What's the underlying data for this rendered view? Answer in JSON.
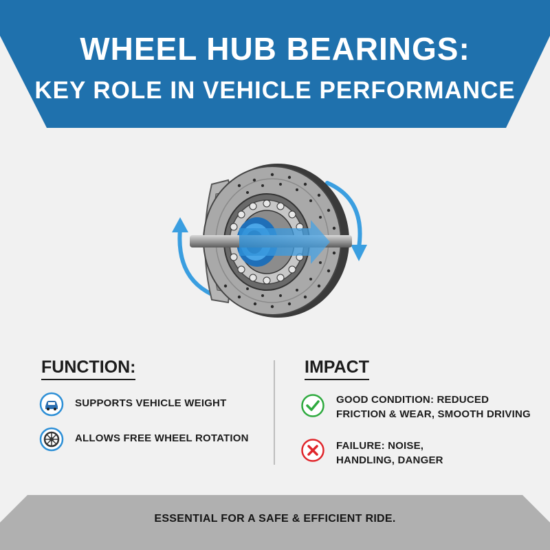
{
  "header": {
    "title_line1": "WHEEL HUB BEARINGS:",
    "title_line2": "KEY ROLE IN VEHICLE PERFORMANCE"
  },
  "function": {
    "heading": "FUNCTION:",
    "items": [
      {
        "icon": "car-icon",
        "text": "SUPPORTS VEHICLE WEIGHT"
      },
      {
        "icon": "wheel-icon",
        "text": "ALLOWS FREE WHEEL ROTATION"
      }
    ]
  },
  "impact": {
    "heading": "IMPACT",
    "items": [
      {
        "icon": "check-circle-icon",
        "line1": "GOOD CONDITION: REDUCED",
        "line2": "FRICTION & WEAR, SMOOTH DRIVING",
        "color": "#2eaa3e"
      },
      {
        "icon": "x-circle-icon",
        "line1": "FAILURE: NOISE,",
        "line2": "HANDLING, DANGER",
        "color": "#e0262b"
      }
    ]
  },
  "footer": {
    "text": "ESSENTIAL FOR A SAFE & EFFICIENT RIDE."
  },
  "colors": {
    "banner": "#1f71ad",
    "accent_blue": "#2d8fd6",
    "footer_band": "#b0b0b0",
    "background": "#f1f1f1"
  }
}
